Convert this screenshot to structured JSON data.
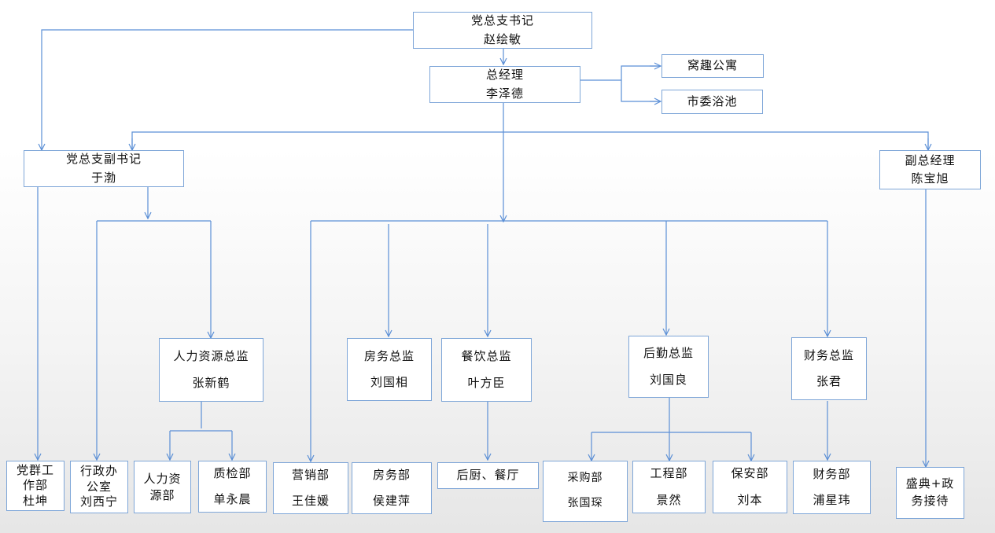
{
  "nodes": {
    "party_secretary": {
      "l1": "党总支书记",
      "l2": "赵绘敏"
    },
    "general_manager": {
      "l1": "总经理",
      "l2": "李泽德"
    },
    "wotqu_apartment": {
      "l1": "窝趣公寓"
    },
    "city_bathhouse": {
      "l1": "市委浴池"
    },
    "deputy_secretary": {
      "l1": "党总支副书记",
      "l2": "于渤"
    },
    "deputy_gm": {
      "l1": "副总经理",
      "l2": "陈宝旭"
    },
    "hr_director": {
      "l1": "人力资源总监",
      "l2": "张新鹤"
    },
    "housing_director": {
      "l1": "房务总监",
      "l2": "刘国相"
    },
    "catering_director": {
      "l1": "餐饮总监",
      "l2": "叶方臣"
    },
    "logistics_director": {
      "l1": "后勤总监",
      "l2": "刘国良"
    },
    "finance_director": {
      "l1": "财务总监",
      "l2": "张君"
    },
    "party_work_dept": {
      "l1": "党群工",
      "l2": "作部",
      "l3": "杜坤"
    },
    "admin_office": {
      "l1": "行政办",
      "l2": "公室",
      "l3": "刘西宁"
    },
    "hr_dept": {
      "l1": "人力资",
      "l2": "源部"
    },
    "qc_dept": {
      "l1": "质检部",
      "l2": "单永晨"
    },
    "sales_dept": {
      "l1": "营销部",
      "l2": "王佳媛"
    },
    "housing_dept": {
      "l1": "房务部",
      "l2": "侯建萍"
    },
    "kitchen_restaurant": {
      "l1": "后厨、餐厅"
    },
    "purchasing_dept": {
      "l1": "采购部",
      "l2": "张国琛"
    },
    "engineering_dept": {
      "l1": "工程部",
      "l2": "景然"
    },
    "security_dept": {
      "l1": "保安部",
      "l2": "刘本"
    },
    "finance_dept": {
      "l1": "财务部",
      "l2": "浦星玮"
    },
    "ceremony_reception": {
      "l1": "盛典+政",
      "l2": "务接待"
    }
  },
  "colors": {
    "line": "#5b8fd6",
    "border": "#7ea6d8"
  }
}
